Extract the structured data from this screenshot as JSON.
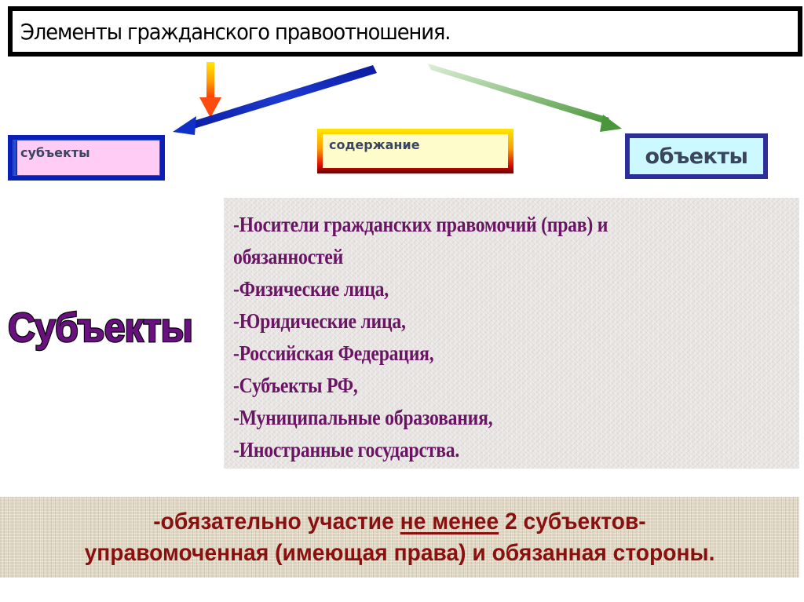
{
  "slide": {
    "title": "Элементы гражданского правоотношения.",
    "boxes": {
      "subjects": {
        "label": "субъекты",
        "fill": "#ffccf5",
        "border": "#0a1fb8"
      },
      "content": {
        "label": "содержание",
        "fill": "#fffccc",
        "border_gradient": [
          "#ffe800",
          "#ff9a00",
          "#e01000",
          "#6a0000"
        ]
      },
      "objects": {
        "label": "объекты",
        "fill": "#ccf8ff",
        "border": "#2e2e9a"
      }
    },
    "arrows": [
      {
        "name": "arrow-to-subjects",
        "color": "#1020b0"
      },
      {
        "name": "arrow-down-orange",
        "color_from": "#ffe000",
        "color_to": "#ff3000"
      },
      {
        "name": "arrow-to-objects",
        "color_from": "#d8ecd0",
        "color_to": "#4a9a3a"
      }
    ],
    "big_heading": "Субъекты",
    "list": {
      "lines": [
        "-Носители гражданских правомочий (прав) и",
        "обязанностей",
        "-Физические лица,",
        "-Юридические лица,",
        "-Российская Федерация,",
        "-Субъекты РФ,",
        "-Муниципальные образования,",
        "-Иностранные государства."
      ],
      "text_color": "#6a1464"
    },
    "banner": {
      "line1_before": "-обязательно участие ",
      "line1_underlined": "не менее",
      "line1_after": " 2 субъектов-",
      "line2": "управомоченная (имеющая права)  и обязанная стороны.",
      "text_color": "#8a1010"
    }
  }
}
